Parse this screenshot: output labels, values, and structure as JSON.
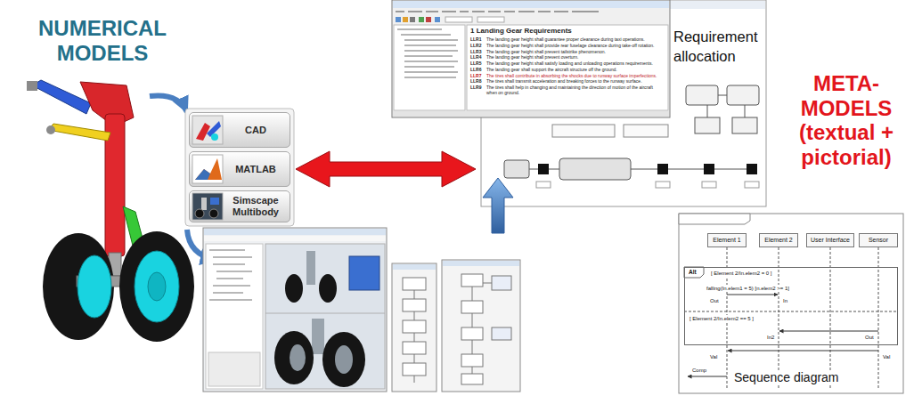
{
  "diagram": {
    "nodes": [
      {
        "text": [
          "CAD"
        ]
      },
      {
        "text": [
          "MATLAB"
        ]
      },
      {
        "text": [
          "Simscape Multibody"
        ]
      },
      {
        "text": [
          "1 Landing Gear Requirements",
          "LLR1",
          "The landing gear height shall guarantee proper clearance during taxi operations.",
          "LLR2",
          "The landing gear height shall provide rear fuselage clearance during take-off rotation.",
          "LLR3",
          "The landing gear height shall prevent tailstrike phenomenon.",
          "LLR4",
          "The landing gear height shall prevent overturn.",
          "LLR5",
          "The landing gear height shall satisfy loading and unloading operations requirements.",
          "LLR6",
          "The landing gear shall support the aircraft structure off the ground.",
          "LLR7",
          "The tires shall contribute in absorbing the shocks due to runway surface imperfections.",
          "LLR8",
          "The tires shall transmit acceleration and breaking forces to the runway surface.",
          "LLR9",
          "The tires shall help in changing and maintaining the direction of motion of the aircraft when on ground."
        ]
      },
      {
        "text": [
          "Requirement allocation"
        ]
      },
      {
        "text": [
          "Sequence diagram"
        ]
      },
      {
        "text": [
          "Element 1"
        ],
        "in": 5
      },
      {
        "text": [
          "Element 2"
        ],
        "in": 5
      },
      {
        "text": [
          "User Interface"
        ],
        "in": 5
      },
      {
        "text": [
          "Sensor"
        ],
        "in": 5
      },
      {
        "text": [
          "Alt",
          "[ Element 2/In.elem2 = 0 ]",
          "[ Element 2/In.elem2 == 5 ]"
        ],
        "in": 5
      }
    ],
    "edges": [
      {
        "from": 1,
        "to": 4,
        "arrow": "both"
      }
    ],
    "labels": [
      "NUMERICAL MODELS",
      "META-MODELS (textual + pictorial)",
      "falling(In.elem1 = 5) [n.elem2 >= 1]",
      "Out",
      "In",
      "In2",
      "Out",
      "Val",
      "Val",
      "Comp"
    ]
  }
}
